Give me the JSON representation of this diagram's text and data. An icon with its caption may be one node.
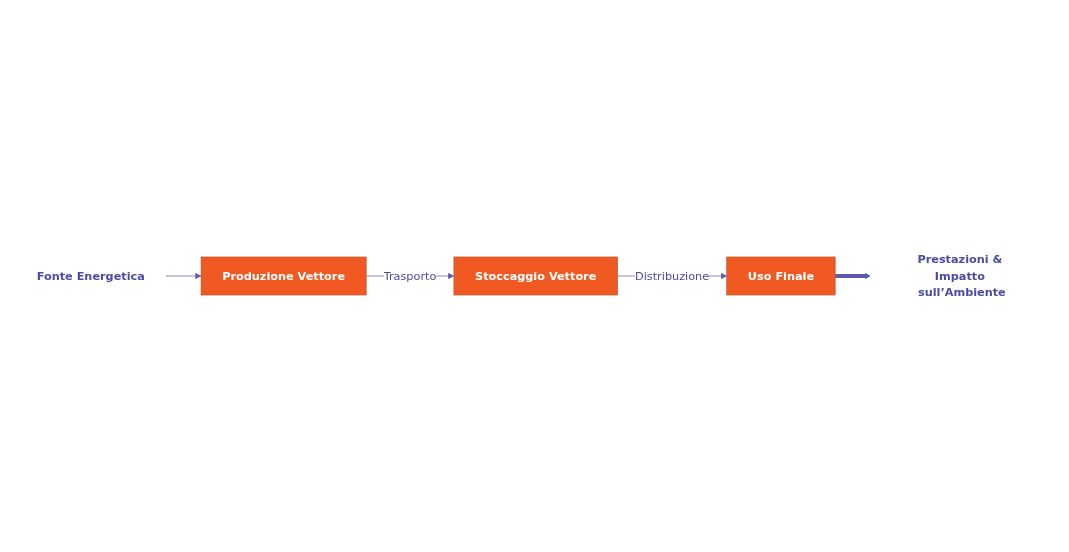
{
  "diagram": {
    "nodes": [
      {
        "text": [
          "Fonte Energetica"
        ]
      },
      {
        "text": [
          "Produzione Vettore"
        ]
      },
      {
        "text": [
          "Stoccaggio Vettore"
        ]
      },
      {
        "text": [
          "Uso Finale"
        ]
      },
      {
        "text": [
          "Prestazioni & Impatto sull’Ambiente"
        ]
      }
    ],
    "edges": [
      {
        "from": 0,
        "to": 1,
        "arrow": "to"
      },
      {
        "from": 1,
        "to": 2,
        "arrow": "to",
        "label": "Trasporto"
      },
      {
        "from": 2,
        "to": 3,
        "arrow": "to",
        "label": "Distribuzione"
      },
      {
        "from": 3,
        "to": 4,
        "arrow": "to",
        "style": "thick"
      }
    ]
  }
}
